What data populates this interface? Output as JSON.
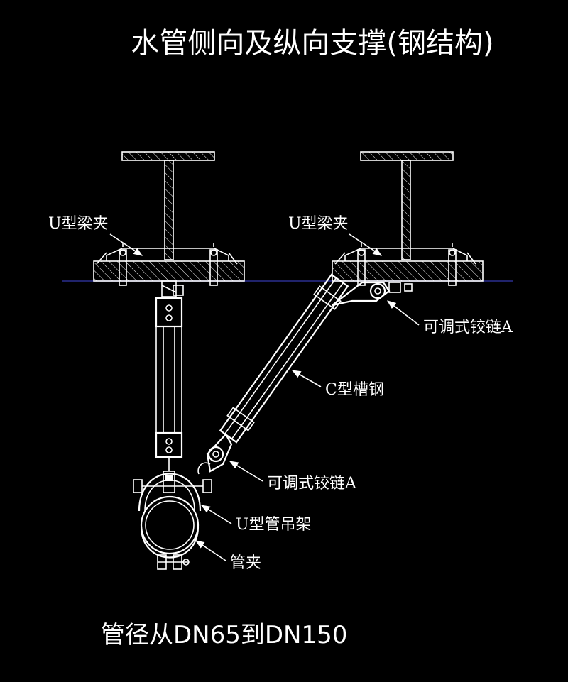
{
  "title": "水管侧向及纵向支撑(钢结构)",
  "footer": "管径从DN65到DN150",
  "labels": {
    "beam_clamp_left": "U型梁夹",
    "beam_clamp_right": "U型梁夹",
    "hinge_top": "可调式铰链A",
    "c_channel": "C型槽钢",
    "hinge_bottom": "可调式铰链A",
    "u_hanger": "U型管吊架",
    "pipe_clamp": "管夹"
  },
  "colors": {
    "background": "#000000",
    "lines": "#ffffff",
    "reference_line": "#2a2f8f"
  }
}
